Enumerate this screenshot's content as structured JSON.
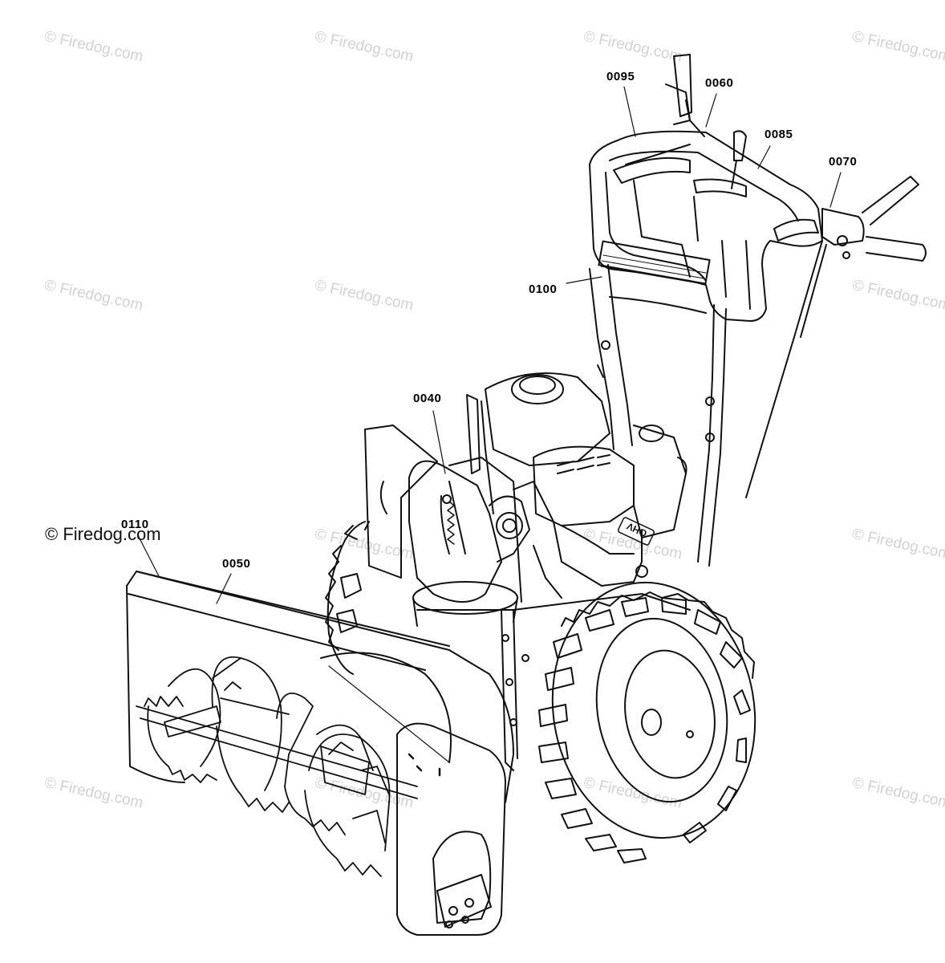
{
  "watermark_text": "© Firedog.com",
  "callouts": {
    "c0095": "0095",
    "c0060": "0060",
    "c0085": "0085",
    "c0070": "0070",
    "c0100": "0100",
    "c0040": "0040",
    "c0110": "0110",
    "c0050": "0050"
  },
  "engine_badge": "OHV"
}
